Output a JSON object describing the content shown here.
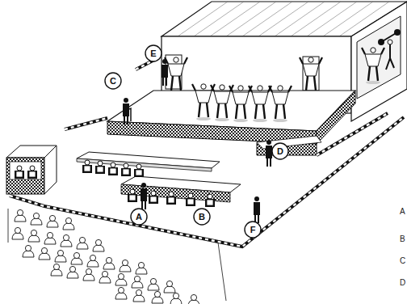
{
  "diagram": {
    "nodes": [
      {
        "text": [
          "E"
        ]
      },
      {
        "text": [
          "C"
        ]
      },
      {
        "text": [
          "D"
        ]
      },
      {
        "text": [
          "A"
        ]
      },
      {
        "text": [
          "B"
        ]
      },
      {
        "text": [
          "F"
        ]
      }
    ],
    "labels": [
      "A",
      "B",
      "C",
      "D"
    ]
  }
}
